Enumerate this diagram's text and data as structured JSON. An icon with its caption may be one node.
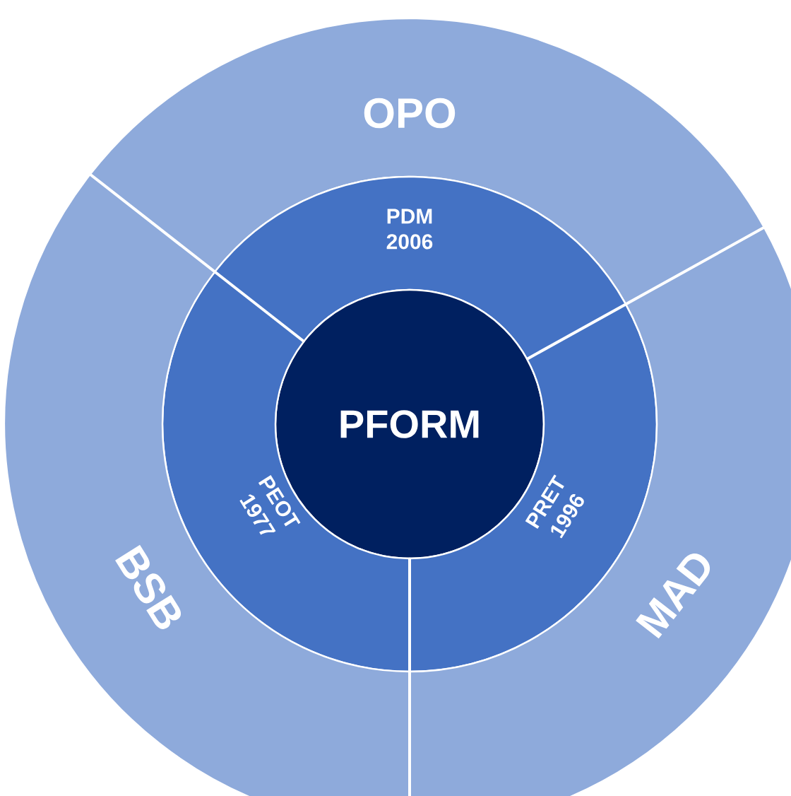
{
  "diagram": {
    "nodes": [
      {
        "text": [
          "OPO"
        ]
      },
      {
        "text": [
          "PDM 2006"
        ]
      },
      {
        "text": [
          "PFORM"
        ]
      },
      {
        "text": [
          "PEOT 1977"
        ]
      },
      {
        "text": [
          "PRET 1996"
        ]
      },
      {
        "text": [
          "BSB"
        ]
      },
      {
        "text": [
          "MAD"
        ]
      }
    ]
  }
}
